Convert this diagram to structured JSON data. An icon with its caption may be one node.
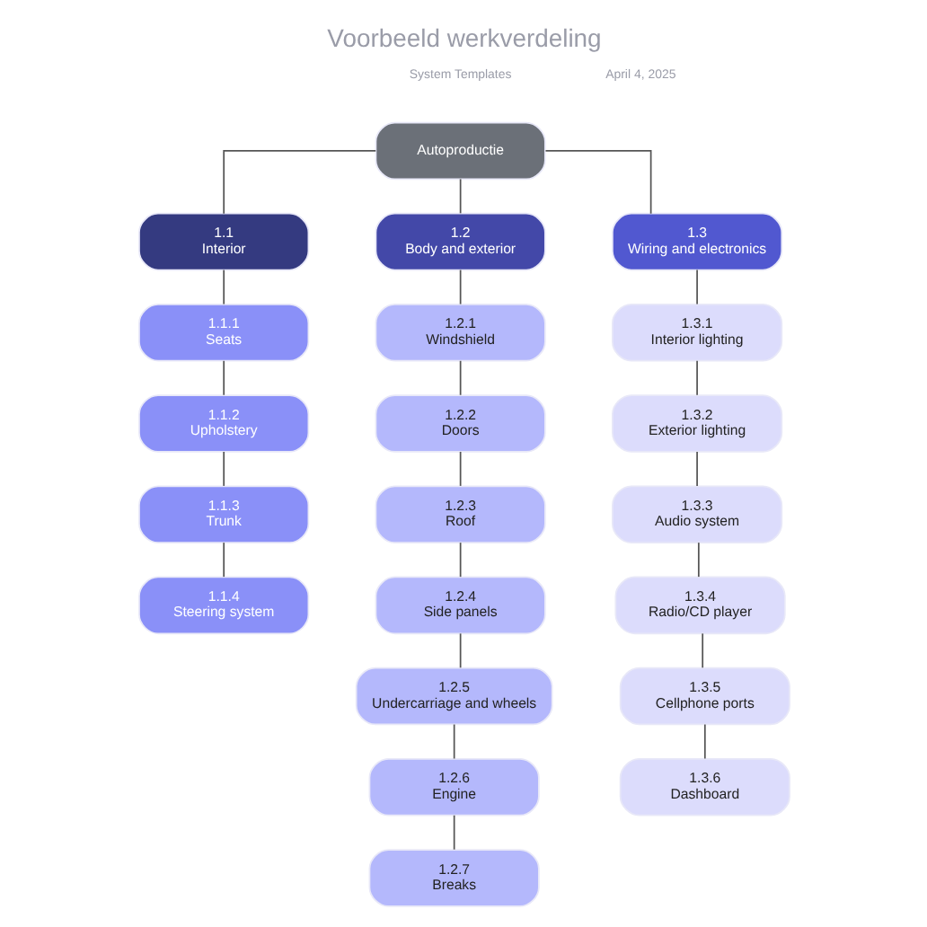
{
  "diagram": {
    "title": "Voorbeeld werkverdeling",
    "nodes": [
      {
        "text": [
          "Autoproductie"
        ]
      },
      {
        "text": [
          "1.1",
          "Interior"
        ]
      },
      {
        "text": [
          "1.2",
          "Body and exterior"
        ]
      },
      {
        "text": [
          "1.3",
          "Wiring and electronics"
        ]
      },
      {
        "text": [
          "1.1.1",
          "Seats"
        ]
      },
      {
        "text": [
          "1.1.2",
          "Upholstery"
        ]
      },
      {
        "text": [
          "1.1.3",
          "Trunk"
        ]
      },
      {
        "text": [
          "1.1.4",
          "Steering system"
        ]
      },
      {
        "text": [
          "1.2.1",
          "Windshield"
        ]
      },
      {
        "text": [
          "1.2.2",
          "Doors"
        ]
      },
      {
        "text": [
          "1.2.3",
          "Roof"
        ]
      },
      {
        "text": [
          "1.2.4",
          "Side panels"
        ]
      },
      {
        "text": [
          "1.2.5",
          "Undercarriage and wheels"
        ]
      },
      {
        "text": [
          "1.2.6",
          "Engine"
        ]
      },
      {
        "text": [
          "1.2.7",
          "Breaks"
        ]
      },
      {
        "text": [
          "1.3.1",
          "Interior lighting"
        ]
      },
      {
        "text": [
          "1.3.2",
          "Exterior lighting"
        ]
      },
      {
        "text": [
          "1.3.3",
          "Audio system"
        ]
      },
      {
        "text": [
          "1.3.4",
          "Radio/CD player"
        ]
      },
      {
        "text": [
          "1.3.5",
          "Cellphone ports"
        ]
      },
      {
        "text": [
          "1.3.6",
          "Dashboard"
        ]
      }
    ],
    "edges": [
      {
        "from": 0,
        "to": 1,
        "arrow": "none"
      },
      {
        "from": 0,
        "to": 2,
        "arrow": "none"
      },
      {
        "from": 0,
        "to": 3,
        "arrow": "none"
      },
      {
        "from": 1,
        "to": 4,
        "arrow": "none"
      },
      {
        "from": 4,
        "to": 5,
        "arrow": "none"
      },
      {
        "from": 5,
        "to": 6,
        "arrow": "none"
      },
      {
        "from": 6,
        "to": 7,
        "arrow": "none"
      },
      {
        "from": 2,
        "to": 8,
        "arrow": "none"
      },
      {
        "from": 8,
        "to": 9,
        "arrow": "none"
      },
      {
        "from": 9,
        "to": 10,
        "arrow": "none"
      },
      {
        "from": 10,
        "to": 11,
        "arrow": "none"
      },
      {
        "from": 11,
        "to": 12,
        "arrow": "none"
      },
      {
        "from": 12,
        "to": 13,
        "arrow": "none"
      },
      {
        "from": 13,
        "to": 14,
        "arrow": "none"
      },
      {
        "from": 3,
        "to": 15,
        "arrow": "none"
      },
      {
        "from": 15,
        "to": 16,
        "arrow": "none"
      },
      {
        "from": 16,
        "to": 17,
        "arrow": "none"
      },
      {
        "from": 17,
        "to": 18,
        "arrow": "none"
      },
      {
        "from": 18,
        "to": 19,
        "arrow": "none"
      },
      {
        "from": 19,
        "to": 20,
        "arrow": "none"
      }
    ],
    "labels": [
      "System Templates",
      "April 4, 2025"
    ]
  }
}
